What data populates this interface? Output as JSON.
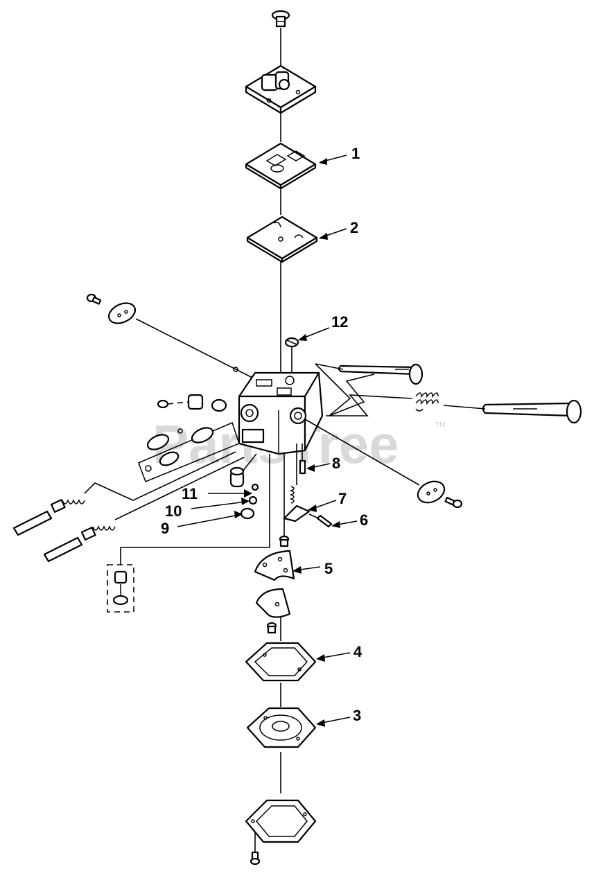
{
  "watermark": {
    "text": "PartsTree",
    "trademark": "TM"
  },
  "callouts": [
    {
      "id": "1",
      "label": "1"
    },
    {
      "id": "2",
      "label": "2"
    },
    {
      "id": "3",
      "label": "3"
    },
    {
      "id": "4",
      "label": "4"
    },
    {
      "id": "5",
      "label": "5"
    },
    {
      "id": "6",
      "label": "6"
    },
    {
      "id": "7",
      "label": "7"
    },
    {
      "id": "8",
      "label": "8"
    },
    {
      "id": "9",
      "label": "9"
    },
    {
      "id": "10",
      "label": "10"
    },
    {
      "id": "11",
      "label": "11"
    },
    {
      "id": "12",
      "label": "12"
    }
  ]
}
